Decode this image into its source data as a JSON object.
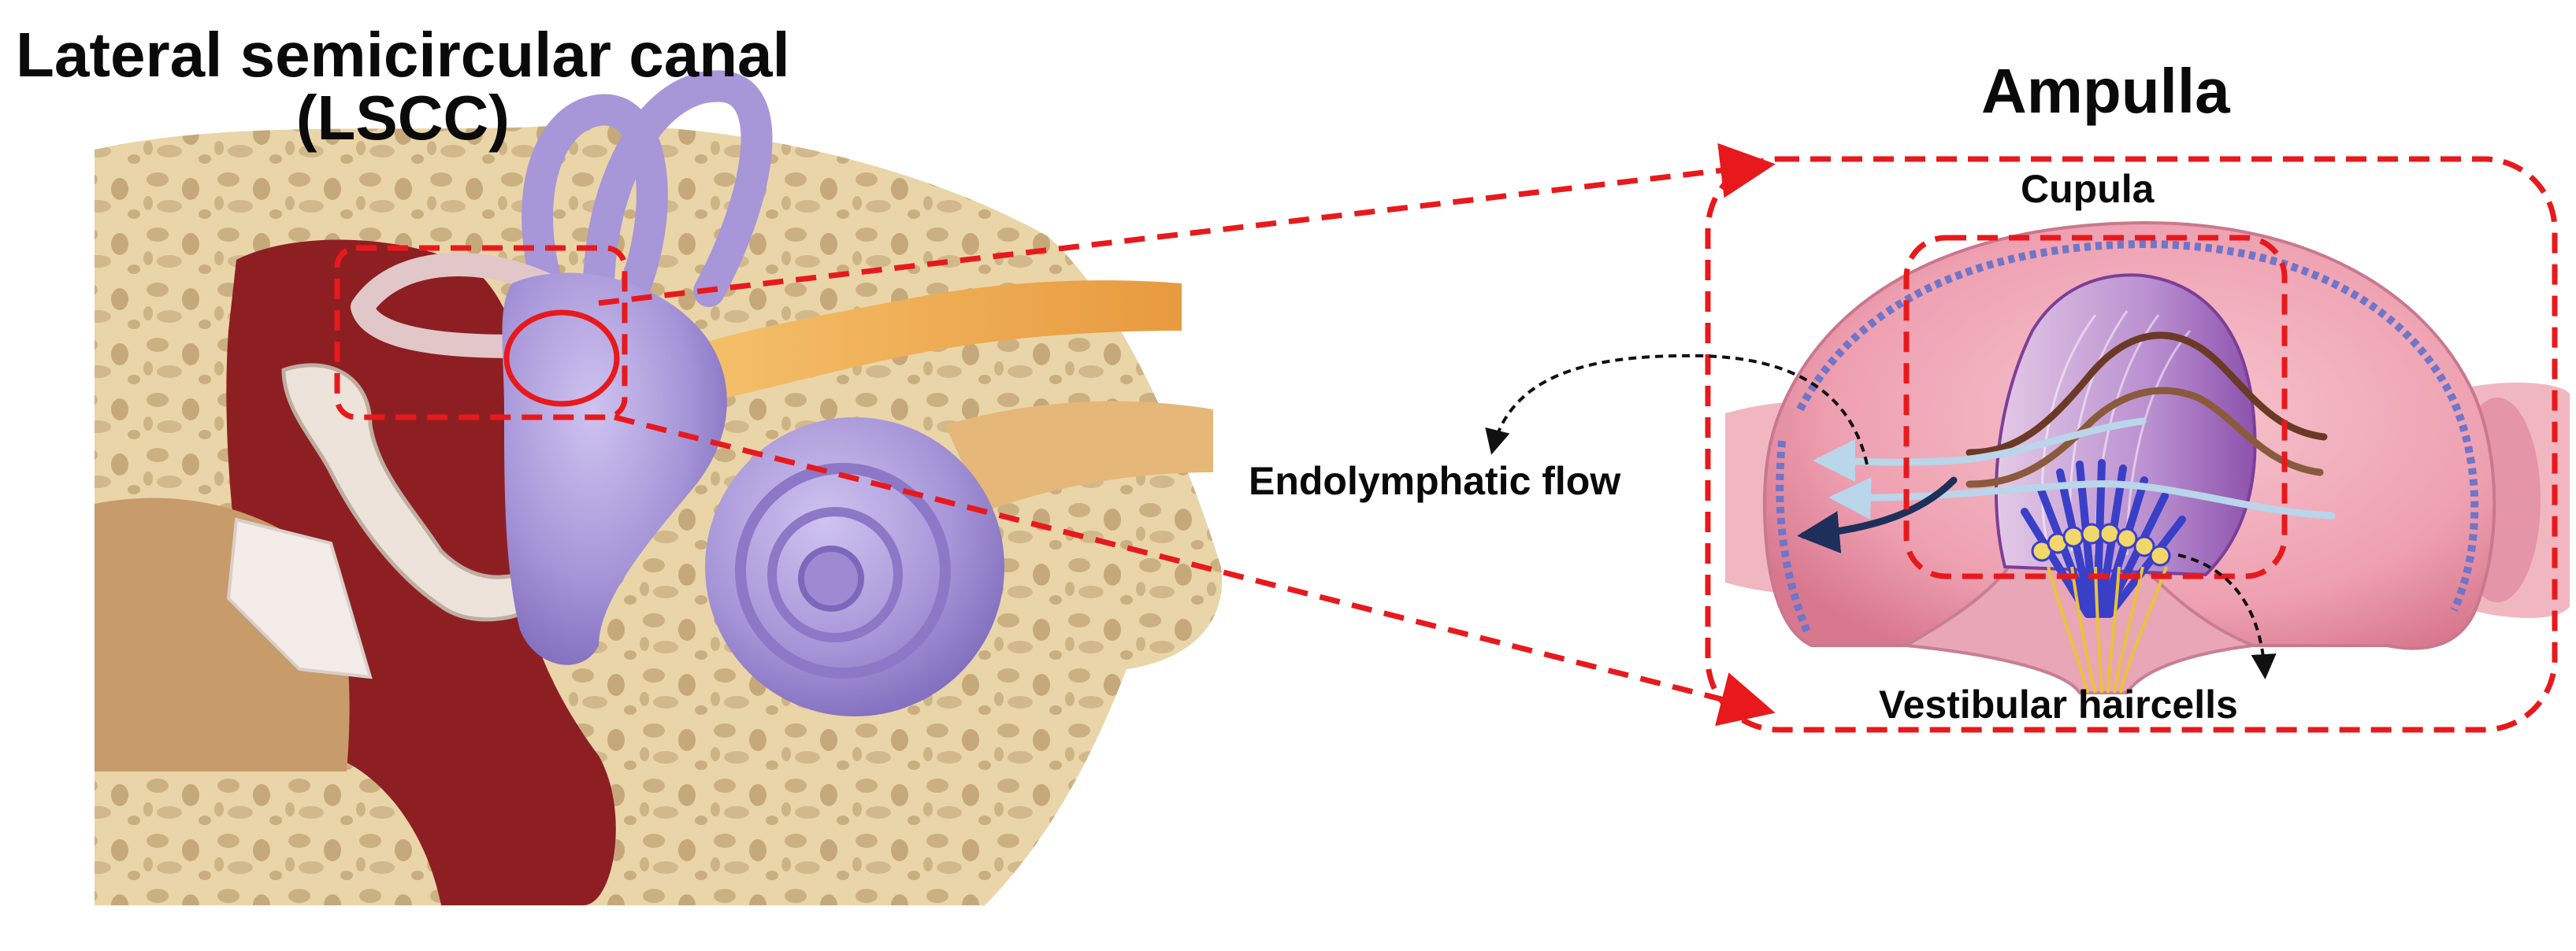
{
  "labels": {
    "lscc_line1": "Lateral semicircular canal",
    "lscc_line2": "(LSCC)",
    "ampulla": "Ampulla",
    "cupula": "Cupula",
    "endolymphatic_flow": "Endolymphatic flow",
    "vestibular_haircells": "Vestibular haircells"
  },
  "colors": {
    "callout_red": "#e8191c",
    "bone": "#e7d2a6",
    "labyrinth_purple": "#a99ad6",
    "tissue_pink": "#efaab7",
    "dark_red": "#8d1f22",
    "nerve_orange": "#f0b35a",
    "hair_blue": "#3a3fc8",
    "nerve_yellow": "#e7c43b"
  }
}
